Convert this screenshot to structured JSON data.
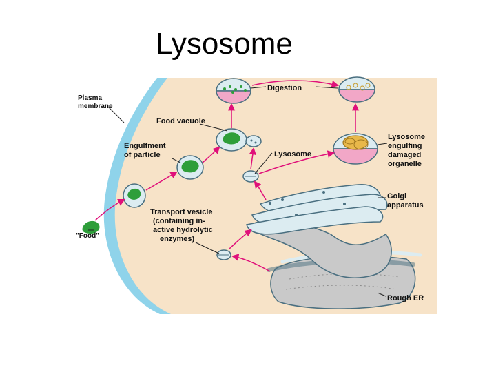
{
  "slide": {
    "title": "Lysosome"
  },
  "colors": {
    "cytoplasm": "#f7e3c8",
    "extracellular": "#ffffff",
    "membrane": "#8fd3ea",
    "organelle_fill": "#dcecf1",
    "organelle_stroke": "#4a6f80",
    "er_fill": "#c9c9c9",
    "food": "#2e9e3a",
    "arrow": "#e0107a",
    "lysosome_bottom": "#f2a7c7"
  },
  "labels": {
    "plasma_membrane": [
      "Plasma",
      "membrane"
    ],
    "food_vacuole": "Food vacuole",
    "digestion": "Digestion",
    "engulfment": [
      "Engulfment",
      "of particle"
    ],
    "lysosome": "Lysosome",
    "lysosome_engulfing": [
      "Lysosome",
      "engulfing",
      "damaged",
      "organelle"
    ],
    "golgi": [
      "Golgi",
      "apparatus"
    ],
    "transport_vesicle": [
      "Transport vesicle",
      "(containing in-",
      "active hydrolytic",
      "enzymes)"
    ],
    "food": "\"Food\"",
    "rough_er": "Rough ER"
  }
}
